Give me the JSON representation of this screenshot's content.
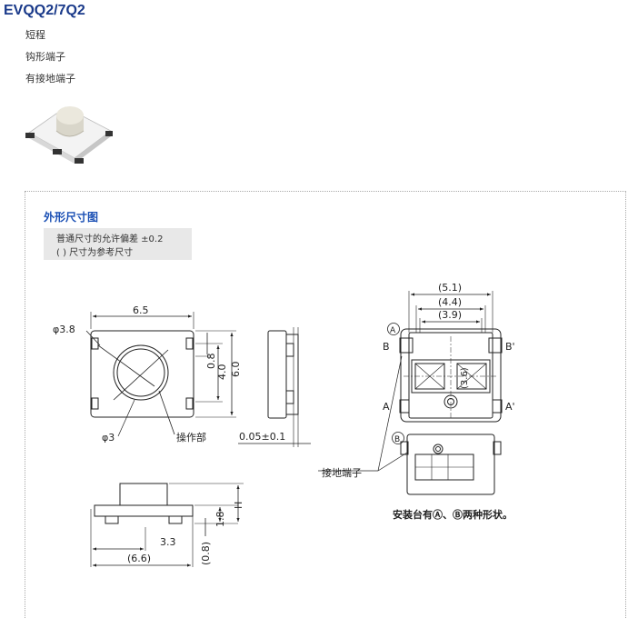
{
  "product": {
    "title": "EVQQ2/7Q2",
    "features": [
      "短程",
      "钩形端子",
      "有接地端子"
    ]
  },
  "section": {
    "title": "外形尺寸图",
    "notes": [
      "普通尺寸的允许偏差 ±0.2",
      "( ) 尺寸为参考尺寸"
    ]
  },
  "dims": {
    "width": "6.5",
    "height": "6.0",
    "inner": "4.0",
    "gap": "0.8",
    "phi_large": "φ3.8",
    "phi_small": "φ3",
    "actuator": "操作部",
    "tolerance": "0.05±0.1",
    "bottom_outer": "(5.1)",
    "bottom_mid": "(4.4)",
    "bottom_inner": "(3.9)",
    "bottom_center": "(3.6)",
    "side_base": "3.3",
    "side_total": "(6.6)",
    "side_height": "1.8",
    "side_h": "H",
    "side_foot": "(0.8)"
  },
  "labels": {
    "circle_a": "A",
    "circle_b": "B",
    "b_left": "B",
    "b_right": "B'",
    "a_left": "A",
    "a_right": "A'",
    "ground": "接地端子",
    "caption": "安装台有Ⓐ、Ⓑ两种形状。"
  }
}
